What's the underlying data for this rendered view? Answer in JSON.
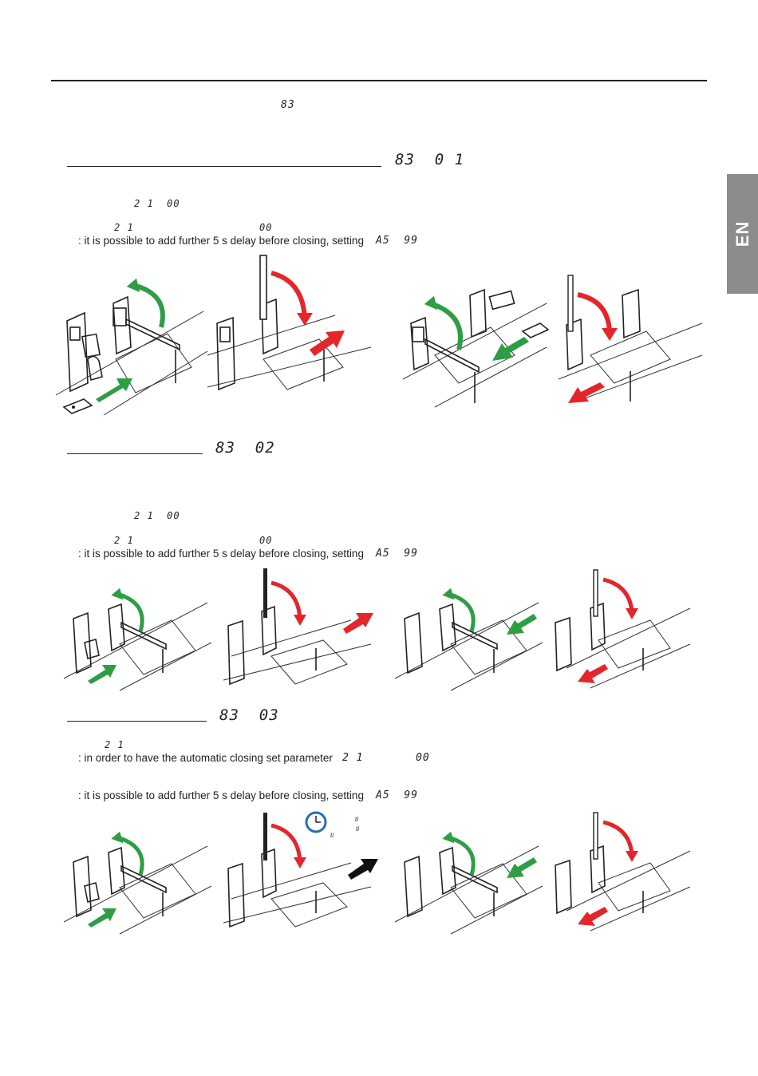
{
  "header_code": "83",
  "lang_tab": "EN",
  "sections": [
    {
      "code": "83  0 1",
      "param_a": "2 1  00",
      "param_b": "2 1",
      "param_c": "00",
      "note": ": it is possible to add further 5 s delay before closing, setting",
      "note_code": "A5  99"
    },
    {
      "code": "83  02",
      "param_a": "2 1  00",
      "param_b": "2 1",
      "param_c": "00",
      "note": ": it is possible to add further 5 s delay before closing, setting",
      "note_code": "A5  99"
    },
    {
      "code": "83  03",
      "param_b": "2 1",
      "note1": ": in order to have the automatic closing set parameter",
      "note1_code": "2 1",
      "note1_code2": "00",
      "note2": ": it is possible to add further 5 s delay before closing, setting",
      "note2_code": "A5  99",
      "timer_label": "ti",
      "timer_label2": "ti",
      "timer_label3": "ti"
    }
  ],
  "colors": {
    "green": "#2e9e45",
    "red": "#e3262b",
    "black": "#111111",
    "tab": "#8c8c8c",
    "timer": "#2c6cb0"
  }
}
